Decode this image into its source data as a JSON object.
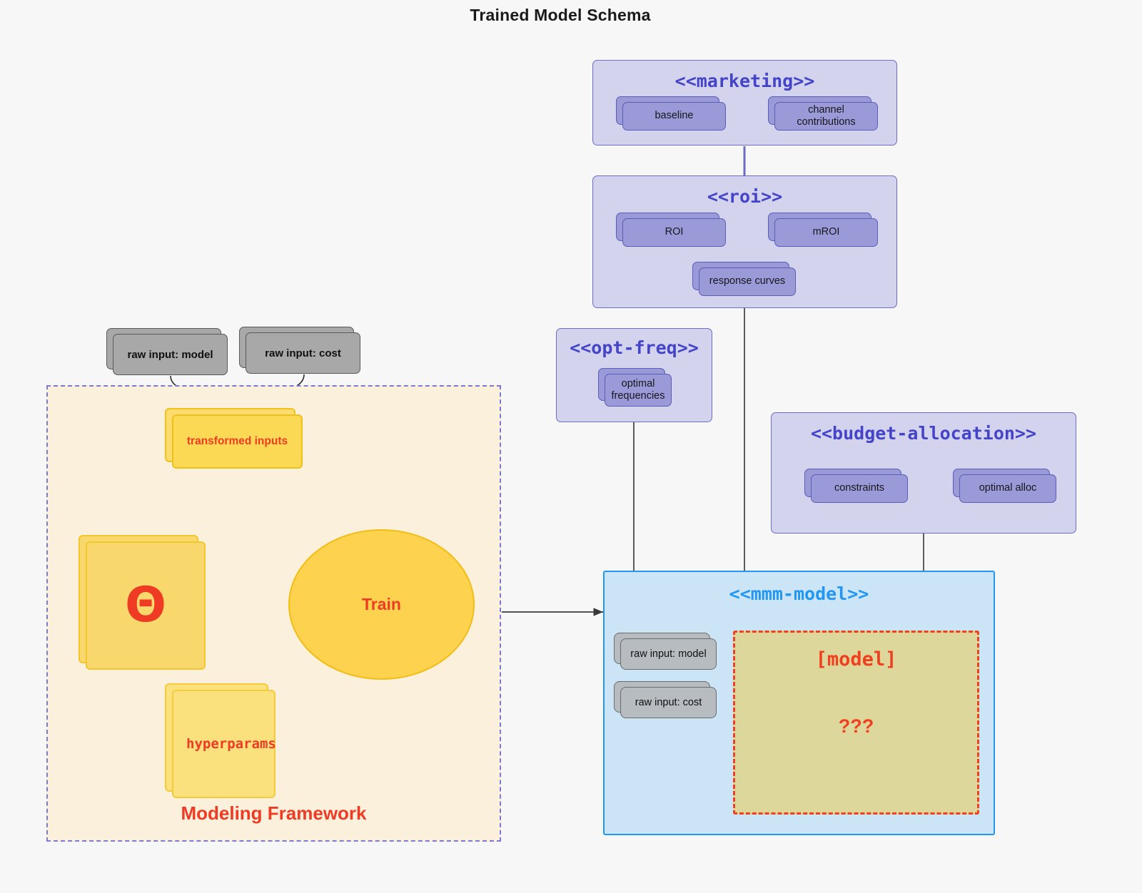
{
  "page": {
    "title": "Trained Model Schema",
    "background": "#f7f7f7"
  },
  "colors": {
    "package_fill": "#d3d3ee",
    "package_border": "#6c6cc4",
    "package_title": "#4444c9",
    "node_fill": "#9a9ad8",
    "node_border": "#5b5bb8",
    "gray_fill": "#a8a8a8",
    "gray_border": "#595959",
    "yellow_fill": "#fcd954",
    "yellow_border": "#f0c018",
    "accent_red": "#ef3b24",
    "mmm_fill": "#cbe5f7",
    "mmm_border": "#2196f3",
    "model_region_fill": "#ddd79b",
    "model_region_border": "#f0401f",
    "framework_fill": "#faf0dc",
    "framework_border": "#7b7bd4"
  },
  "packages": [
    {
      "id": "marketing",
      "title": "<<marketing>>",
      "nodes": [
        {
          "label": "baseline"
        },
        {
          "label": "channel contributions"
        }
      ],
      "links": [
        {
          "from": "baseline",
          "to": "channel contributions",
          "type": "bidirectional"
        }
      ]
    },
    {
      "id": "roi",
      "title": "<<roi>>",
      "nodes": [
        {
          "label": "ROI"
        },
        {
          "label": "mROI"
        },
        {
          "label": "response curves"
        }
      ],
      "links": [
        {
          "from": "ROI",
          "to": "mROI",
          "type": "bidirectional"
        }
      ]
    },
    {
      "id": "opt-freq",
      "title": "<<opt-freq>>",
      "nodes": [
        {
          "label": "optimal frequencies",
          "line1": "optimal",
          "line2": "frequencies"
        }
      ],
      "links": []
    },
    {
      "id": "budget-allocation",
      "title": "<<budget-allocation>>",
      "nodes": [
        {
          "label": "constraints"
        },
        {
          "label": "optimal alloc"
        }
      ],
      "links": [
        {
          "from": "constraints",
          "to": "optimal alloc",
          "type": "bidirectional"
        }
      ]
    }
  ],
  "raw_inputs_top": [
    {
      "label": "raw input: model"
    },
    {
      "label": "raw input: cost"
    }
  ],
  "modeling_framework": {
    "label": "Modeling Framework",
    "transformed_inputs": "transformed inputs",
    "theta_symbol": "Θ",
    "hyperparams": "hyperparams",
    "train": "Train"
  },
  "mmm_model": {
    "title": "<<mmm-model>>",
    "raw_inputs": [
      {
        "label": "raw input: model"
      },
      {
        "label": "raw input: cost"
      }
    ],
    "model_label": "[model]",
    "model_unknown": "???"
  },
  "connectors": [
    {
      "from": "marketing",
      "to": "roi",
      "style": "solid-purple"
    },
    {
      "from": "roi",
      "to": "mmm-model",
      "style": "solid-gray"
    },
    {
      "from": "opt-freq",
      "to": "mmm-model",
      "style": "solid-gray"
    },
    {
      "from": "budget-allocation",
      "to": "mmm-model",
      "style": "solid-gray"
    },
    {
      "from": "raw input: model",
      "to": "transformed inputs",
      "style": "curved-arrow-black"
    },
    {
      "from": "raw input: cost",
      "to": "transformed inputs",
      "style": "curved-arrow-black"
    },
    {
      "from": "transformed inputs",
      "to": "Train",
      "style": "curved-arrow-red"
    },
    {
      "from": "theta",
      "to": "Train",
      "style": "straight-arrow-red"
    },
    {
      "from": "hyperparams",
      "to": "Train",
      "style": "curved-arrow-red"
    },
    {
      "from": "Modeling Framework",
      "to": "mmm-model",
      "style": "straight-arrow-gray"
    }
  ]
}
